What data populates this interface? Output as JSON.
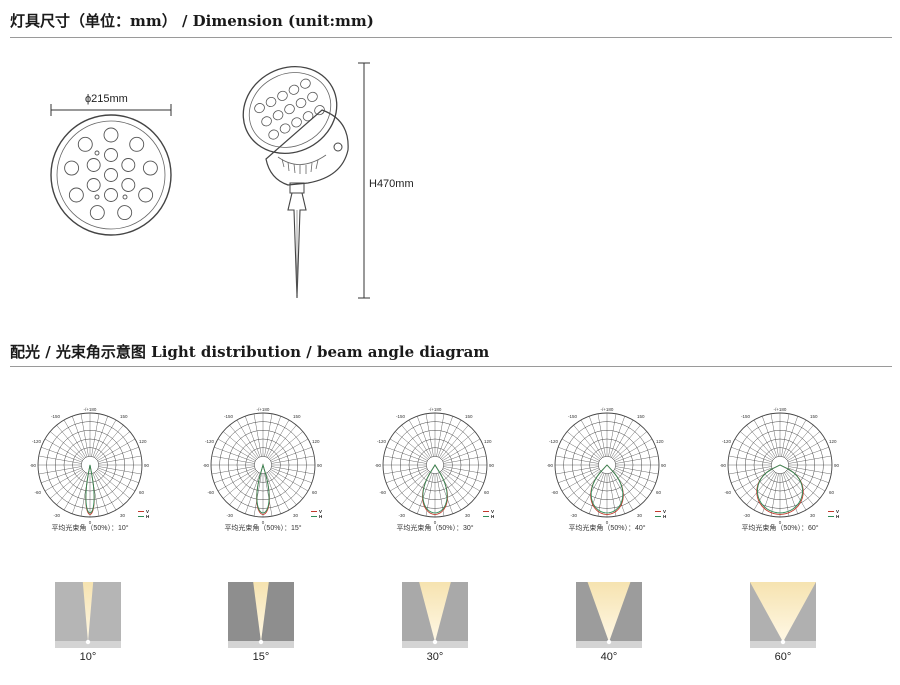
{
  "dimension": {
    "title": "灯具尺寸（单位：mm） / Dimension (unit:mm)",
    "diameter_label": "ϕ215mm",
    "height_label": "H470mm"
  },
  "distribution": {
    "title": "配光 / 光束角示意图   Light distribution / beam angle diagram",
    "polar_tick_labels": {
      "top": "-/+180",
      "upper_left": "-150",
      "upper_right": "150",
      "left_120": "-120",
      "right_120": "120",
      "left_90": "-90",
      "right_90": "90",
      "left_60": "-60",
      "right_60": "60",
      "bottom_left": "-30",
      "bottom_right": "30",
      "bottom": "0"
    },
    "legend": {
      "v": "V",
      "h": "H"
    },
    "curve_colors": {
      "v": "#c0392b",
      "h": "#2e8b57"
    },
    "diagrams": [
      {
        "caption": "平均光束角（50%）：10°",
        "beam_deg": 10,
        "label": "10°",
        "bg": "#b5b5b5"
      },
      {
        "caption": "平均光束角（50%）：15°",
        "beam_deg": 15,
        "label": "15°",
        "bg": "#8e8e8e"
      },
      {
        "caption": "平均光束角（50%）：30°",
        "beam_deg": 30,
        "label": "30°",
        "bg": "#a9a9a9"
      },
      {
        "caption": "平均光束角（50%）：40°",
        "beam_deg": 40,
        "label": "40°",
        "bg": "#9c9c9c"
      },
      {
        "caption": "平均光束角（50%）：60°",
        "beam_deg": 60,
        "label": "60°",
        "bg": "#b0b0b0"
      }
    ]
  }
}
